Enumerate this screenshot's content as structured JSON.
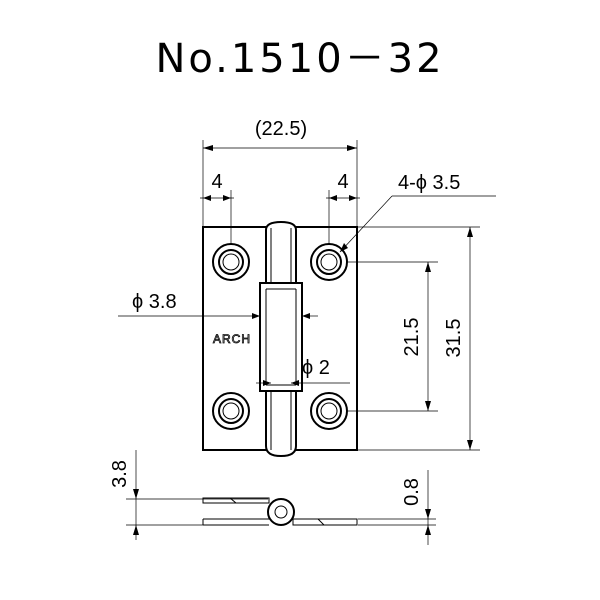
{
  "title": "No.1510－32",
  "brand_mark": "ARCH",
  "dimensions": {
    "overall_width": "(22.5)",
    "hole_offset_left": "4",
    "hole_offset_right": "4",
    "holes": "4-ϕ 3.5",
    "knuckle_dia": "ϕ 3.8",
    "pin_dia": "ϕ 2",
    "hole_pitch": "21.5",
    "overall_height": "31.5",
    "knuckle_thickness": "3.8",
    "plate_thickness": "0.8"
  }
}
